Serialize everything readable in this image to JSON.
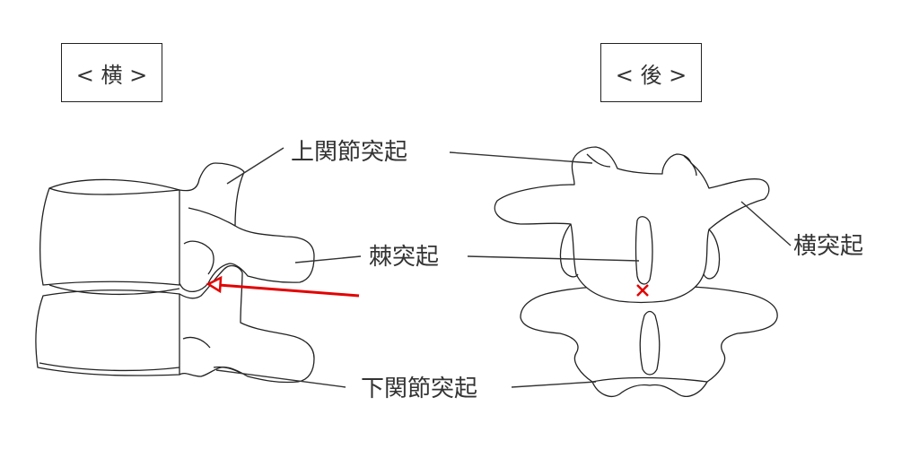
{
  "views": {
    "side": "< 横 >",
    "back": "< 後 >"
  },
  "labels": {
    "superior_articular": "上関節突起",
    "spinous": "棘突起",
    "transverse": "横突起",
    "inferior_articular": "下関節突起"
  },
  "colors": {
    "arrow": "#e30000",
    "mark": "#e30000",
    "outline": "#222222"
  }
}
